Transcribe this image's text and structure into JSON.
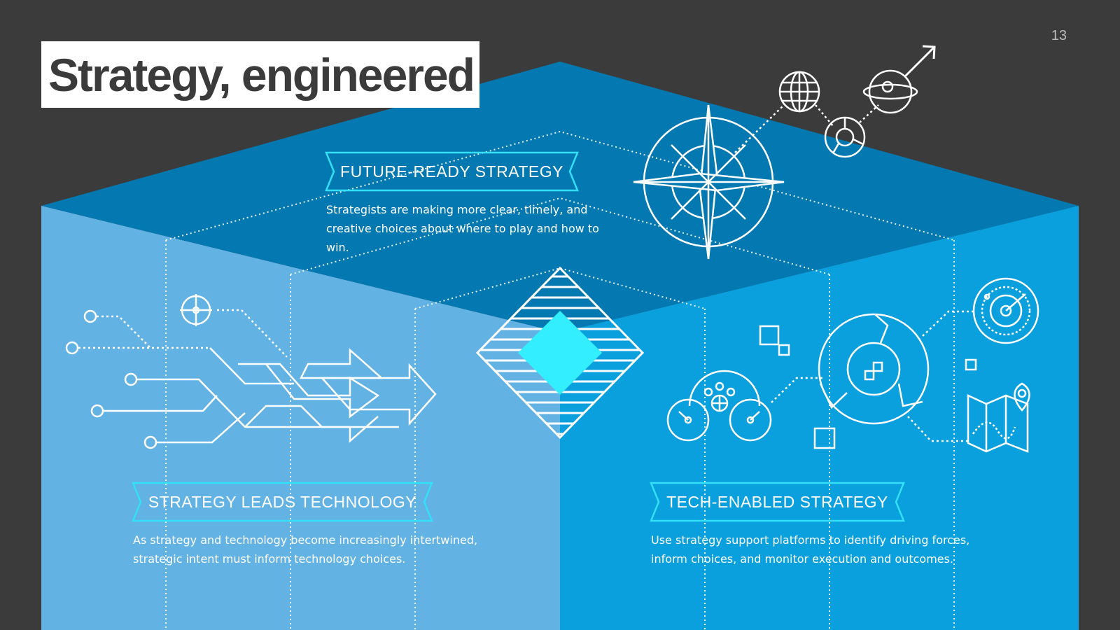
{
  "slide": {
    "title": "Strategy, engineered",
    "page_number": "13"
  },
  "sections": {
    "future_ready": {
      "title": "FUTURE-READY STRATEGY",
      "description": "Strategists are making more clear, timely, and creative choices about where to play and how to win."
    },
    "strategy_leads": {
      "title": "STRATEGY LEADS TECHNOLOGY",
      "description": "As strategy and technology become increasingly intertwined, strategic intent must inform technology choices."
    },
    "tech_enabled": {
      "title": "TECH-ENABLED STRATEGY",
      "description": "Use strategy support platforms to identify driving forces, inform choices, and monitor execution and outcomes."
    }
  },
  "icons": [
    "compass-icon",
    "globe-icon",
    "planet-icon",
    "arrow-icon",
    "donut-icon",
    "crosshair-icon",
    "intertwined-arrows-icon",
    "striped-diamond-icon",
    "dashboard-gauges-icon",
    "radar-icon",
    "map-pin-icon"
  ],
  "colors": {
    "background": "#3b3b3b",
    "top_face": "#0478b0",
    "left_face": "#63b2e4",
    "right_face": "#0aa0de",
    "accent_cyan": "#33eeff",
    "banner_border": "#33e0f8"
  }
}
